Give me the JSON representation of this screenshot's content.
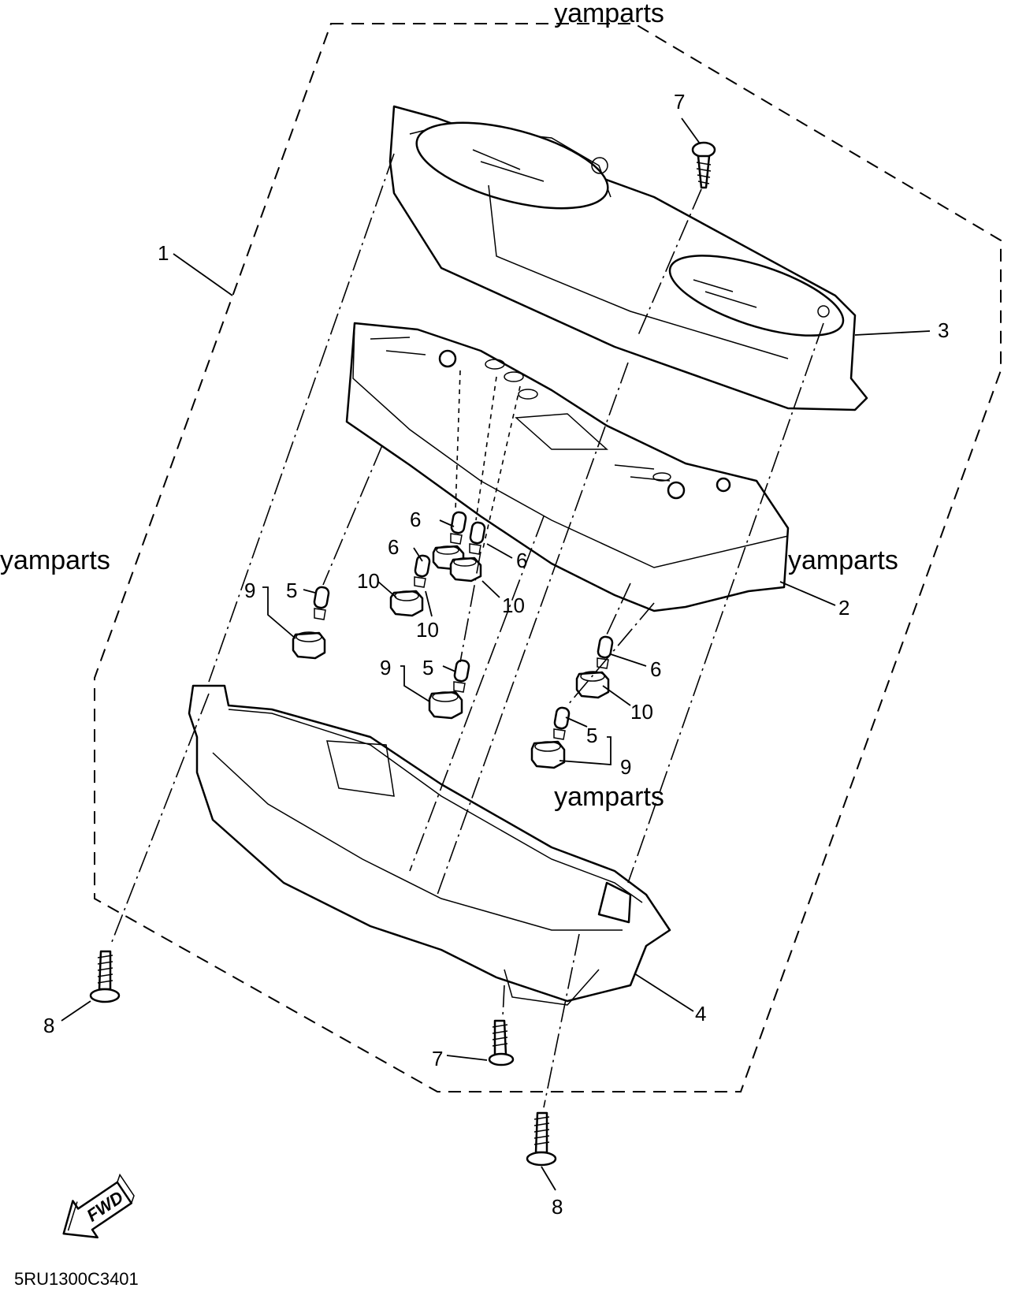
{
  "diagram_code": "5RU1300C3401",
  "watermark": "yamparts",
  "direction_label": "FWD",
  "callouts": {
    "c1": "1",
    "c2": "2",
    "c3": "3",
    "c4": "4",
    "c5a": "5",
    "c5b": "5",
    "c5c": "5",
    "c6a": "6",
    "c6b": "6",
    "c6c": "6",
    "c6d": "6",
    "c7a": "7",
    "c7b": "7",
    "c8a": "8",
    "c8b": "8",
    "c9a": "9",
    "c9b": "9",
    "c9c": "9",
    "c10a": "10",
    "c10b": "10",
    "c10c": "10",
    "c10d": "10"
  }
}
